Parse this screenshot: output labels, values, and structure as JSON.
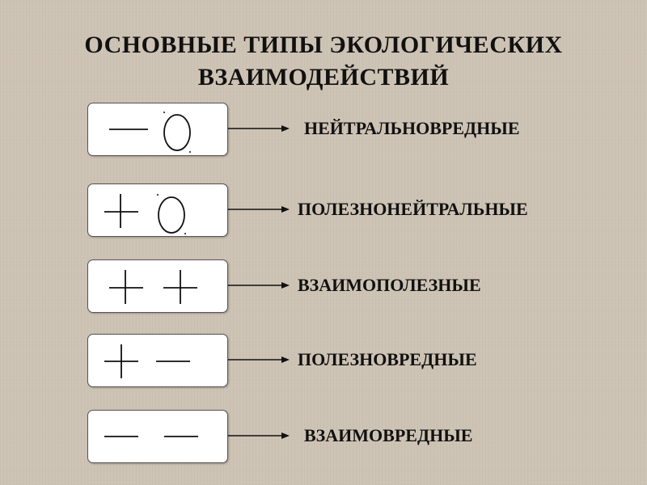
{
  "title_line1": "ОСНОВНЫЕ ТИПЫ ЭКОЛОГИЧЕСКИХ",
  "title_line2": "ВЗАИМОДЕЙСТВИЙ",
  "colors": {
    "background": "#cdc3b4",
    "box": "#ffffff",
    "stroke": "#111111"
  },
  "rows": [
    {
      "label": "НЕЙТРАЛЬНОВРЕДНЫЕ",
      "symbols": [
        "minus-icon",
        "zero-icon"
      ]
    },
    {
      "label": "ПОЛЕЗНОНЕЙТРАЛЬНЫЕ",
      "symbols": [
        "plus-icon",
        "zero-icon"
      ]
    },
    {
      "label": "ВЗАИМОПОЛЕЗНЫЕ",
      "symbols": [
        "plus-icon",
        "plus-icon"
      ]
    },
    {
      "label": "ПОЛЕЗНОВРЕДНЫЕ",
      "symbols": [
        "plus-icon",
        "minus-icon"
      ]
    },
    {
      "label": "ВЗАИМОВРЕДНЫЕ",
      "symbols": [
        "minus-icon",
        "minus-icon"
      ]
    }
  ]
}
